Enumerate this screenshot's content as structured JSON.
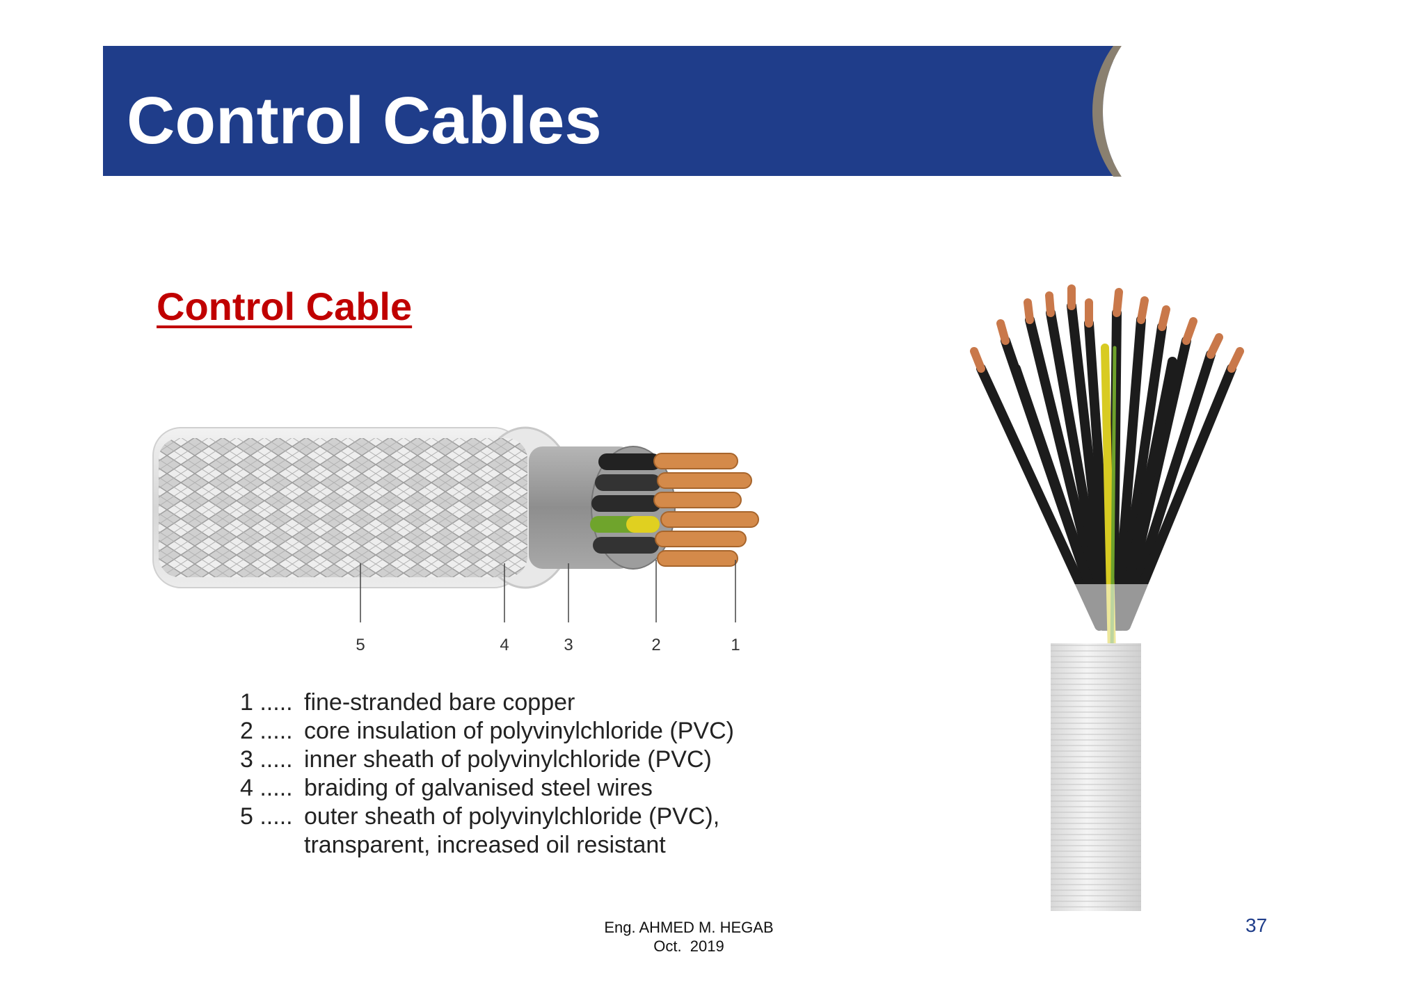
{
  "slide": {
    "title": "Control Cables",
    "subtitle": "Control Cable",
    "colors": {
      "title_bar": "#1f3d8a",
      "subtitle": "#c00000",
      "page_number": "#1f3d8a"
    }
  },
  "diagram": {
    "labels": [
      "5",
      "4",
      "3",
      "2",
      "1"
    ]
  },
  "legend": {
    "items": [
      {
        "num": "1 .....",
        "text": "fine-stranded bare copper"
      },
      {
        "num": "2 .....",
        "text": "core insulation of polyvinylchloride (PVC)"
      },
      {
        "num": "3 .....",
        "text": "inner sheath of polyvinylchloride (PVC)"
      },
      {
        "num": "4 .....",
        "text": "braiding of galvanised steel wires"
      },
      {
        "num": "5 .....",
        "text": "outer sheath of polyvinylchloride (PVC),"
      }
    ],
    "continuation": "transparent, increased oil resistant"
  },
  "footer": {
    "author": "Eng. AHMED M. HEGAB",
    "date": "Oct.  2019"
  },
  "page_number": "37"
}
